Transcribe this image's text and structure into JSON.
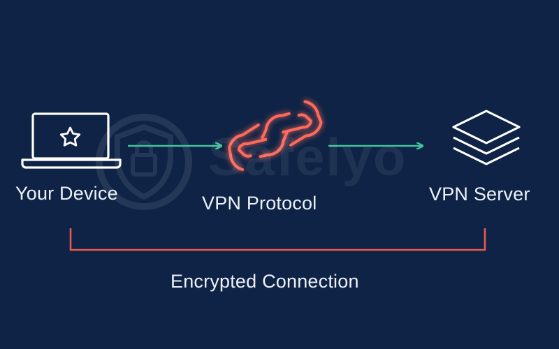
{
  "diagram": {
    "nodes": [
      {
        "id": "device",
        "label": "Your Device",
        "icon": "laptop-star-icon"
      },
      {
        "id": "protocol",
        "label": "VPN Protocol",
        "icon": "chain-link-icon"
      },
      {
        "id": "server",
        "label": "VPN Server",
        "icon": "stacked-layers-icon"
      }
    ],
    "edges": [
      {
        "from": "device",
        "to": "protocol"
      },
      {
        "from": "protocol",
        "to": "server"
      }
    ],
    "bracket_label": "Encrypted Connection"
  },
  "watermark": {
    "text": "Safelyo",
    "icon": "shield-lock-icon"
  },
  "colors": {
    "background": "#0e2345",
    "icon_stroke": "#ffffff",
    "arrow": "#3fc49a",
    "link_glow": "#ff6b5b",
    "bracket": "#e8594f",
    "text": "#eef2f8"
  }
}
